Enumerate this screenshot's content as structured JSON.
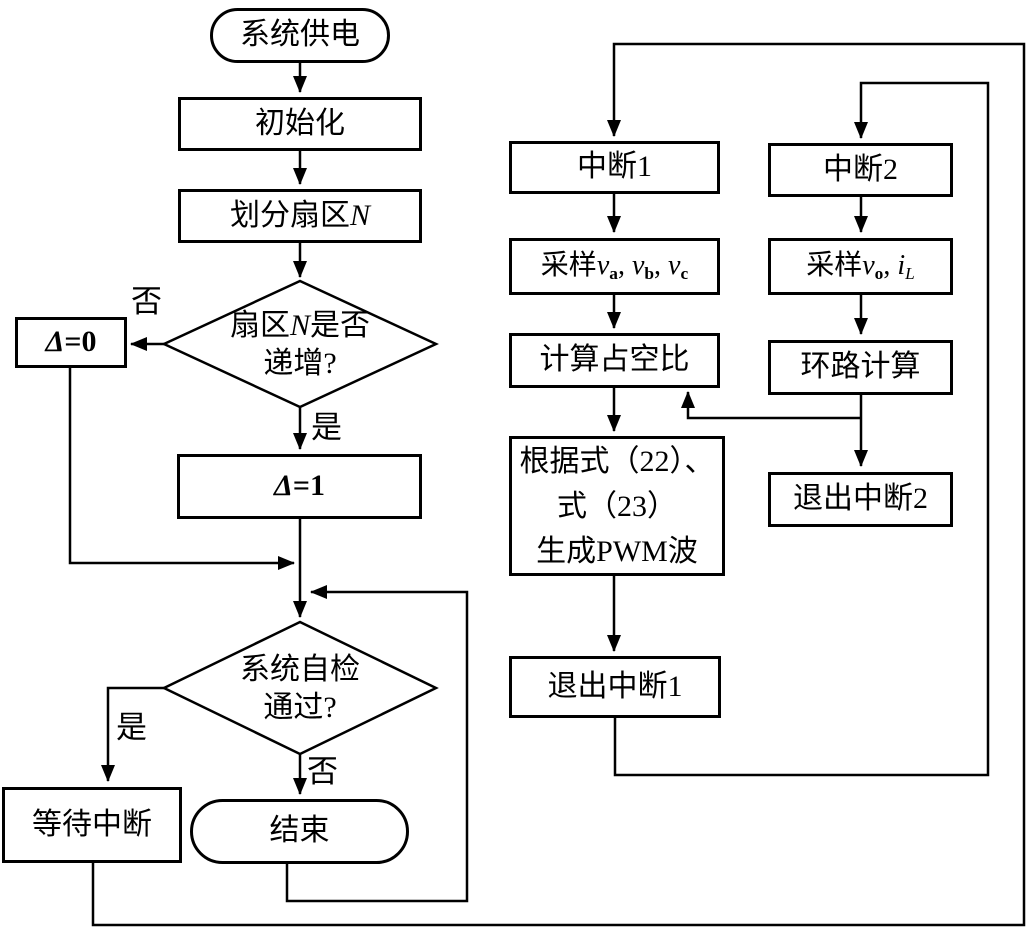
{
  "colors": {
    "line": "#000000",
    "background": "#ffffff"
  },
  "nodes": {
    "start": {
      "label": "系统供电"
    },
    "init": {
      "label": "初始化"
    },
    "sector": {
      "rich": [
        {
          "t": "划分扇区"
        },
        {
          "t": "N",
          "c": "it"
        }
      ]
    },
    "d1": {
      "line1_rich": [
        {
          "t": "扇区"
        },
        {
          "t": "N",
          "c": "it"
        },
        {
          "t": "是否"
        }
      ],
      "line2": "递增?"
    },
    "delta0": {
      "rich": [
        {
          "t": "Δ",
          "c": "it b"
        },
        {
          "t": "=0",
          "c": "b"
        }
      ]
    },
    "delta1": {
      "rich": [
        {
          "t": "Δ",
          "c": "it b"
        },
        {
          "t": "=1",
          "c": "b"
        }
      ]
    },
    "d2": {
      "line1": "系统自检",
      "line2": "通过?"
    },
    "wait": {
      "label": "等待中断"
    },
    "end": {
      "label": "结束"
    },
    "int1": {
      "label": "中断1"
    },
    "sample_abc": {
      "rich": [
        {
          "t": "采样"
        },
        {
          "t": "v",
          "c": "it"
        },
        {
          "t": "a",
          "c": "sub b"
        },
        {
          "t": ", "
        },
        {
          "t": "v",
          "c": "it"
        },
        {
          "t": "b",
          "c": "sub b"
        },
        {
          "t": ", "
        },
        {
          "t": "v",
          "c": "it"
        },
        {
          "t": "c",
          "c": "sub b"
        }
      ]
    },
    "duty": {
      "label": "计算占空比"
    },
    "pwm": {
      "lines": [
        "根据式（22）、",
        "式（23）",
        "生成PWM波"
      ]
    },
    "exit1": {
      "label": "退出中断1"
    },
    "int2": {
      "label": "中断2"
    },
    "sample_ol": {
      "rich": [
        {
          "t": "采样"
        },
        {
          "t": "v",
          "c": "it"
        },
        {
          "t": "o",
          "c": "sub b"
        },
        {
          "t": ", "
        },
        {
          "t": "i",
          "c": "it"
        },
        {
          "t": "L",
          "c": "sub it"
        }
      ]
    },
    "loopcalc": {
      "label": "环路计算"
    },
    "exit2": {
      "label": "退出中断2"
    }
  },
  "edge_labels": {
    "sector_no": "否",
    "sector_yes": "是",
    "check_yes": "是",
    "check_no": "否"
  }
}
